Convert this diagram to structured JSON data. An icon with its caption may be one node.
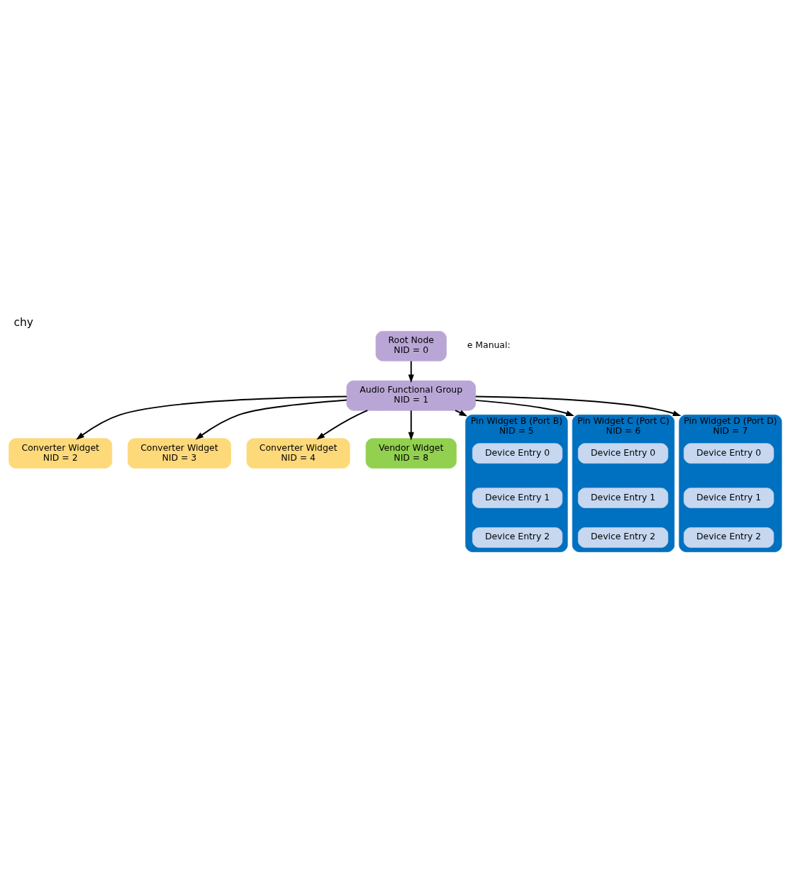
{
  "diagram": {
    "title": "chy",
    "nodes": [
      {
        "text": [
          "Root Node",
          "NID = 0"
        ]
      },
      {
        "text": [
          "Audio Functional Group",
          "NID = 1"
        ]
      },
      {
        "text": [
          "Converter Widget",
          "NID = 2"
        ]
      },
      {
        "text": [
          "Converter Widget",
          "NID = 3"
        ]
      },
      {
        "text": [
          "Converter Widget",
          "NID = 4"
        ]
      },
      {
        "text": [
          "Vendor Widget",
          "NID = 8"
        ]
      },
      {
        "text": [
          "Pin Widget B (Port B)",
          "NID = 5"
        ]
      },
      {
        "text": [
          "Device Entry 0"
        ],
        "in": 6
      },
      {
        "text": [
          "Device Entry 1"
        ],
        "in": 6
      },
      {
        "text": [
          "Device Entry 2"
        ],
        "in": 6
      },
      {
        "text": [
          "Pin Widget C (Port C)",
          "NID = 6"
        ]
      },
      {
        "text": [
          "Device Entry 0"
        ],
        "in": 10
      },
      {
        "text": [
          "Device Entry 1"
        ],
        "in": 10
      },
      {
        "text": [
          "Device Entry 2"
        ],
        "in": 10
      },
      {
        "text": [
          "Pin Widget D (Port D)",
          "NID = 7"
        ]
      },
      {
        "text": [
          "Device Entry 0"
        ],
        "in": 14
      },
      {
        "text": [
          "Device Entry 1"
        ],
        "in": 14
      },
      {
        "text": [
          "Device Entry 2"
        ],
        "in": 14
      }
    ],
    "edges": [
      {
        "from": 0,
        "to": 1,
        "arrow": "to"
      },
      {
        "from": 1,
        "to": 2,
        "arrow": "to"
      },
      {
        "from": 1,
        "to": 3,
        "arrow": "to"
      },
      {
        "from": 1,
        "to": 4,
        "arrow": "to"
      },
      {
        "from": 1,
        "to": 5,
        "arrow": "to"
      },
      {
        "from": 1,
        "to": 6,
        "arrow": "to"
      },
      {
        "from": 1,
        "to": 10,
        "arrow": "to"
      },
      {
        "from": 1,
        "to": 14,
        "arrow": "to"
      }
    ],
    "labels": [
      "e Manual:"
    ]
  }
}
